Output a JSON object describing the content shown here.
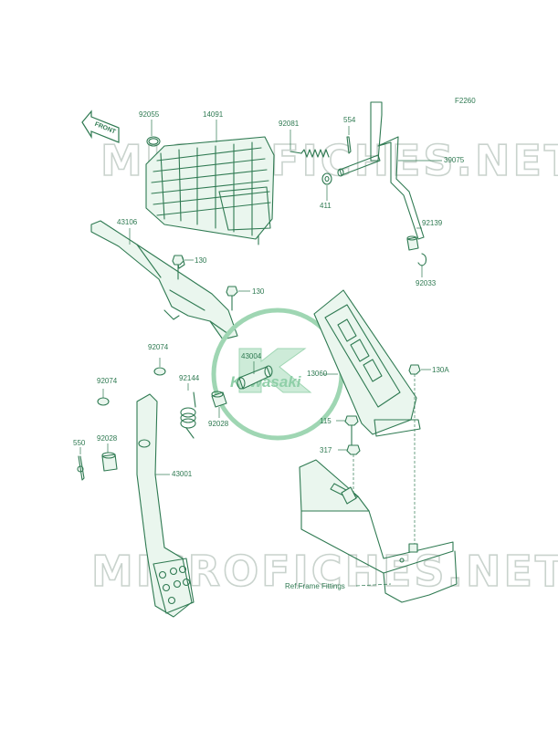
{
  "diagram": {
    "code": "F2260",
    "front_arrow": "FRONT",
    "brand_logo": "Kawasaki",
    "watermark": "MICROFICHES.NET",
    "reference_note": "Ref.Frame Fittings",
    "part_numbers": {
      "p92055": "92055",
      "p14091": "14091",
      "p92081": "92081",
      "p554": "554",
      "p39075": "39075",
      "p411": "411",
      "p92139": "92139",
      "p92033": "92033",
      "p43106": "43106",
      "p130a": "130",
      "p130b": "130",
      "p92074a": "92074",
      "p92074b": "92074",
      "p43004": "43004",
      "p13060": "13060",
      "p130A": "130A",
      "p92144": "92144",
      "p92028a": "92028",
      "p92028b": "92028",
      "p115": "115",
      "p317": "317",
      "p550": "550",
      "p43001": "43001"
    },
    "colors": {
      "line": "#2f7a52",
      "watermark": "#c9d3cd",
      "fill": "#eaf6ee"
    }
  }
}
